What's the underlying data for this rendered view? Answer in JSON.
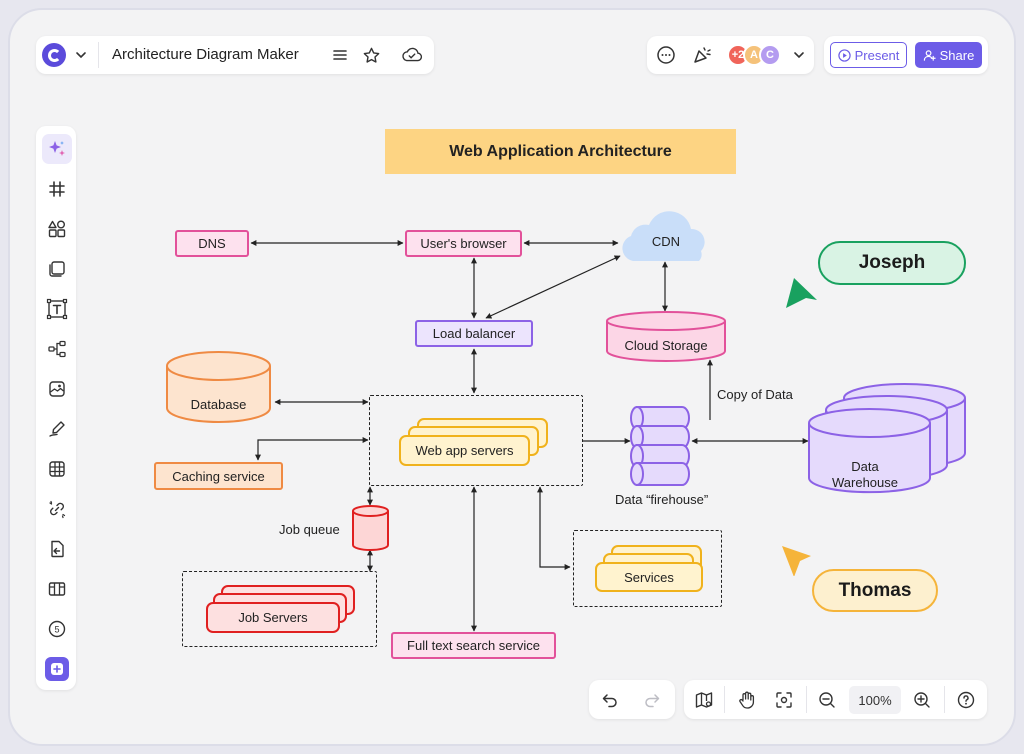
{
  "header": {
    "doc_title": "Architecture Diagram Maker",
    "present_label": "Present",
    "share_label": "Share",
    "collaborators": [
      {
        "label": "+2",
        "color": "#f0645a"
      },
      {
        "label": "A",
        "color": "#f5c27a"
      },
      {
        "label": "C",
        "color": "#b49cf0"
      }
    ]
  },
  "sidebar": {
    "items": [
      "ai-sparkle",
      "frame-hash",
      "shapes",
      "sticky-note",
      "text",
      "mind-map",
      "media",
      "pen",
      "table",
      "link",
      "import",
      "templates",
      "more-apps",
      "add"
    ]
  },
  "canvas": {
    "title": "Web Application Architecture",
    "nodes": {
      "dns": "DNS",
      "browser": "User's browser",
      "cdn": "CDN",
      "load_balancer": "Load balancer",
      "cloud_storage": "Cloud Storage",
      "database": "Database",
      "web_app_servers": "Web app servers",
      "caching_service": "Caching service",
      "job_queue": "Job queue",
      "job_servers": "Job Servers",
      "full_text_search": "Full text search service",
      "services": "Services",
      "firehouse": "Data “firehouse”",
      "copy_of_data": "Copy of Data",
      "data_warehouse_line1": "Data",
      "data_warehouse_line2": "Warehouse"
    },
    "cursors": [
      {
        "name": "Joseph",
        "color": "#19a15f"
      },
      {
        "name": "Thomas",
        "color": "#f5b43a"
      }
    ]
  },
  "bottom_toolbar": {
    "zoom": "100%"
  },
  "colors": {
    "accent": "#6c5ce7",
    "pink": "#e2519a",
    "purple": "#8c62e6",
    "orange": "#ef8a43",
    "red": "#e02020",
    "title_bg": "#fdd483"
  }
}
